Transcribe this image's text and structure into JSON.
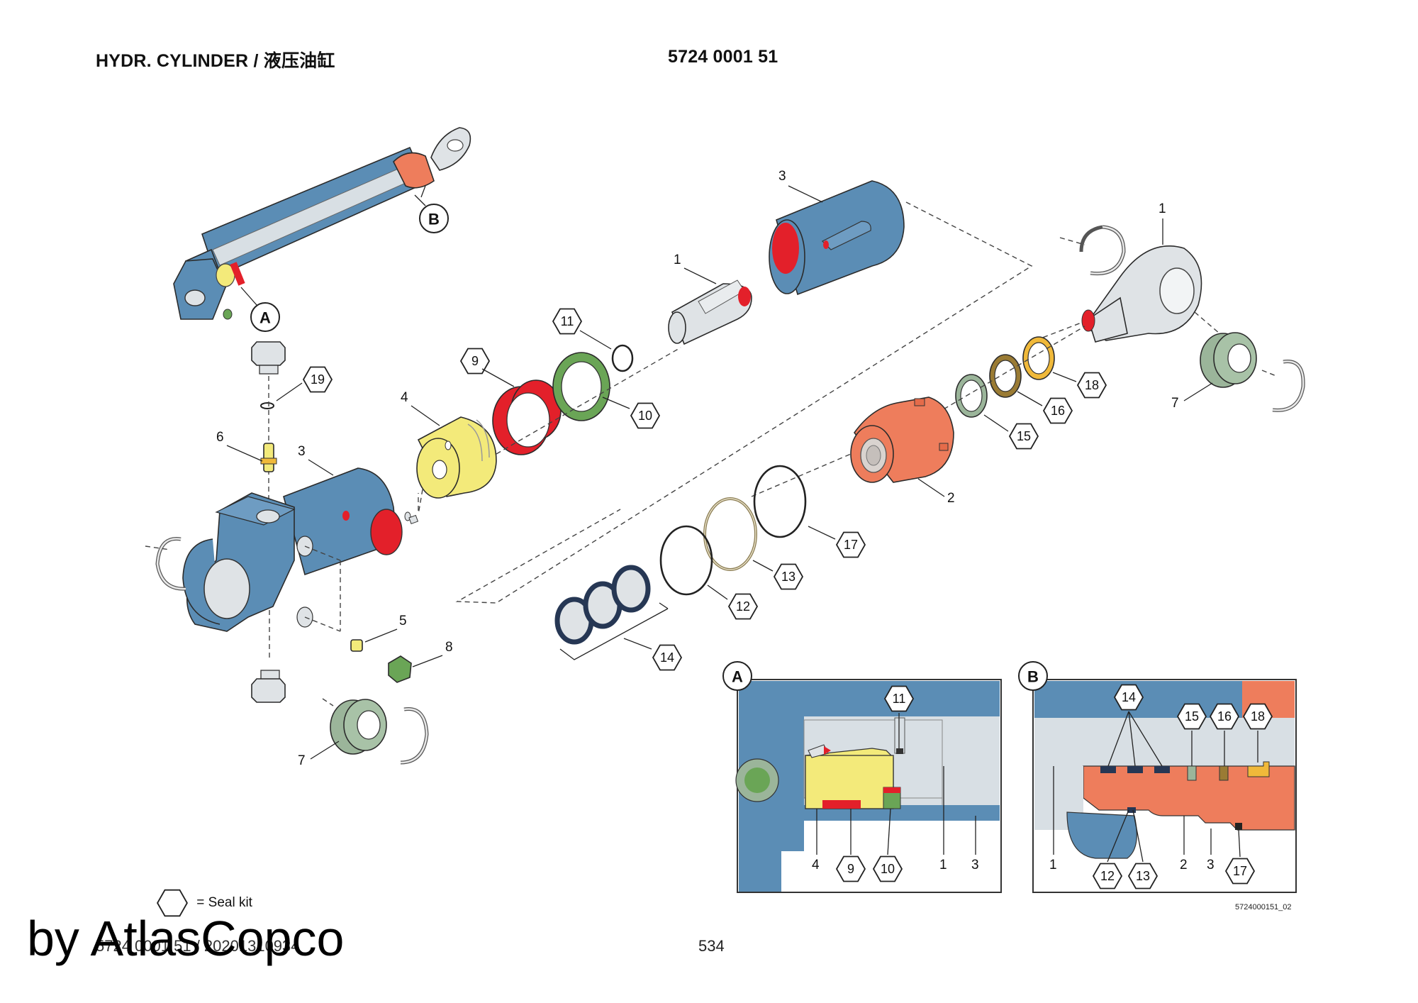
{
  "header": {
    "title": "HYDR. CYLINDER / 液压油缸",
    "part_number": "5724 0001 51"
  },
  "callouts": {
    "c1a": "1",
    "c1b": "1",
    "c2": "2",
    "c3a": "3",
    "c3b": "3",
    "c4": "4",
    "c5": "5",
    "c6": "6",
    "c7a": "7",
    "c7b": "7",
    "c8": "8",
    "h9": "9",
    "h10": "10",
    "h11": "11",
    "h12": "12",
    "h13": "13",
    "h14": "14",
    "h15": "15",
    "h16": "16",
    "h17": "17",
    "h18": "18",
    "h19": "19"
  },
  "detail_markers": {
    "a": "A",
    "b": "B"
  },
  "detail_a": {
    "h11": "11",
    "l4": "4",
    "h9": "9",
    "h10": "10",
    "l1": "1",
    "l3": "3"
  },
  "detail_b": {
    "h14": "14",
    "h15": "15",
    "h16": "16",
    "h18": "18",
    "l1": "1",
    "h12": "12",
    "h13": "13",
    "l2": "2",
    "l3": "3",
    "h17": "17"
  },
  "legend": {
    "text": "= Seal kit"
  },
  "drawing_ref": "5724000151_02",
  "footer": {
    "code": "5724 0001 51 / 20201310934",
    "page": "534",
    "watermark": "by AtlasCopco"
  },
  "colors": {
    "steel_blue": "#5b8db5",
    "red_seal": "#e3202a",
    "green_seal": "#6aa556",
    "yellow_piston": "#f3ea7a",
    "orange_head": "#ee7d5c",
    "grey_part": "#dfe3e6",
    "bearing_green": "#9bb59a",
    "olive_ring": "#9a7b34",
    "gold_ring": "#f0b93a"
  }
}
